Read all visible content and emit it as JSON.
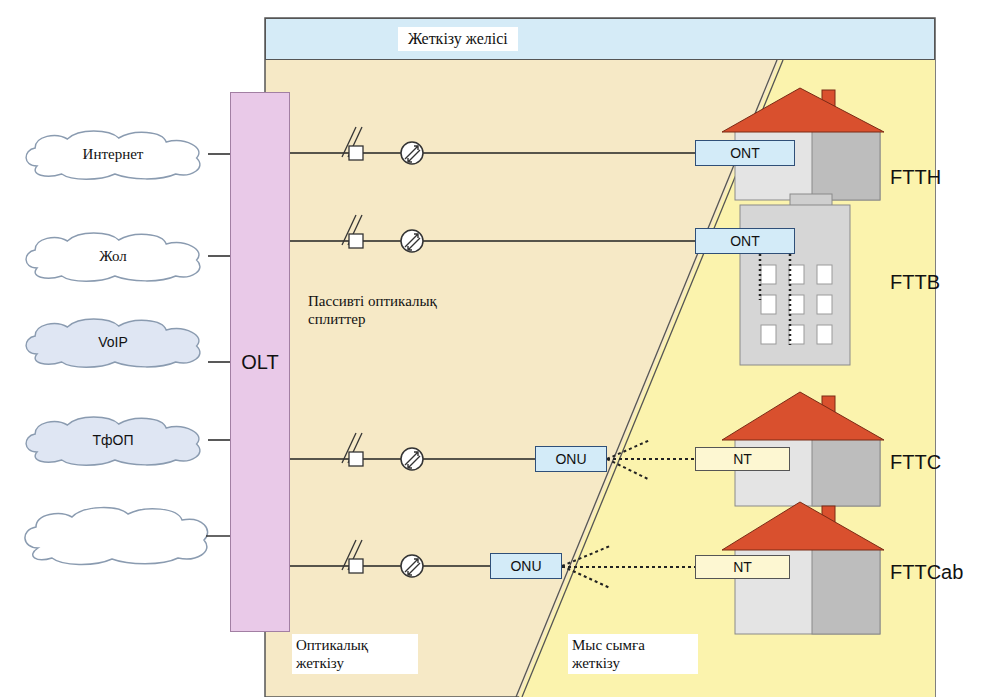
{
  "diagram": {
    "nodes": [
      {
        "text": [
          "Жеткізу желісі"
        ]
      },
      {
        "text": [
          "Интернет"
        ]
      },
      {
        "text": [
          "Жол"
        ]
      },
      {
        "text": [
          "VoIP"
        ]
      },
      {
        "text": [
          "ТфОП"
        ]
      },
      {
        "text": [
          "OLT"
        ]
      },
      {
        "text": [
          "ONT"
        ]
      },
      {
        "text": [
          "ONT"
        ]
      },
      {
        "text": [
          "ONU"
        ]
      },
      {
        "text": [
          "NT"
        ]
      },
      {
        "text": [
          "ONU"
        ]
      },
      {
        "text": [
          "NT"
        ]
      }
    ],
    "edges": [
      {
        "from": 1,
        "to": 5,
        "arrow": "none"
      },
      {
        "from": 2,
        "to": 5,
        "arrow": "none"
      },
      {
        "from": 3,
        "to": 5,
        "arrow": "none"
      },
      {
        "from": 4,
        "to": 5,
        "arrow": "none"
      },
      {
        "from": 5,
        "to": 6,
        "arrow": "none"
      },
      {
        "from": 5,
        "to": 7,
        "arrow": "none"
      },
      {
        "from": 5,
        "to": 8,
        "arrow": "none"
      },
      {
        "from": 5,
        "to": 10,
        "arrow": "none"
      },
      {
        "from": 8,
        "to": 9,
        "arrow": "none"
      },
      {
        "from": 10,
        "to": 11,
        "arrow": "none"
      }
    ],
    "labels": [
      "Пассивті оптикалық сплиттер",
      "FTTH",
      "FTTB",
      "FTTC",
      "FTTCab",
      "Оптикалық жеткізу",
      "Мыс сымға жеткізу"
    ]
  }
}
